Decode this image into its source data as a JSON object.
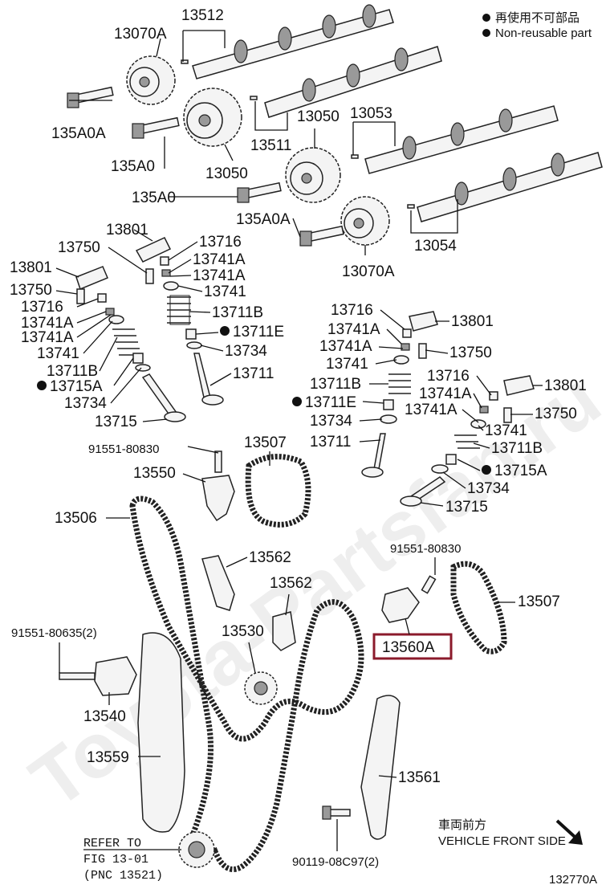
{
  "legend": {
    "jp_line": "再使用不可部品",
    "en_line": "Non-reusable part"
  },
  "watermark": "Toyota-Partsfan.ru",
  "labels": {
    "l13512": "13512",
    "l13070A_top": "13070A",
    "l135A0A_top": "135A0A",
    "l135A0_top": "135A0",
    "l13050_left": "13050",
    "l13511": "13511",
    "l13050_right": "13050",
    "l13053": "13053",
    "l135A0_mid": "135A0",
    "l135A0A_mid": "135A0A",
    "l13054": "13054",
    "l13070A_mid": "13070A",
    "l13801_a": "13801",
    "l13750_a": "13750",
    "l13801_b": "13801",
    "l13750_b": "13750",
    "l13716_a": "13716",
    "l13741A_a1": "13741A",
    "l13741A_a2": "13741A",
    "l13741_a": "13741",
    "l13711B_a": "13711B",
    "l13715A_a": "13715A",
    "l13734_a": "13734",
    "l13715_a": "13715",
    "l13716_b": "13716",
    "l13741A_b1": "13741A",
    "l13741A_b2": "13741A",
    "l13741_b": "13741",
    "l13711B_b": "13711B",
    "l13711E_b": "13711E",
    "l13734_b": "13734",
    "l13711_b": "13711",
    "l13716_c": "13716",
    "l13741A_c1": "13741A",
    "l13741A_c2": "13741A",
    "l13741_c": "13741",
    "l13711B_c": "13711B",
    "l13711E_c": "13711E",
    "l13734_c": "13734",
    "l13711_c": "13711",
    "l13801_c": "13801",
    "l13750_c": "13750",
    "l13716_d": "13716",
    "l13741A_d1": "13741A",
    "l13741A_d2": "13741A",
    "l13741_d": "13741",
    "l13711B_d": "13711B",
    "l13715A_d": "13715A",
    "l13734_d": "13734",
    "l13715_d": "13715",
    "l13801_d": "13801",
    "l13750_d": "13750",
    "l91551_80830_a": "91551-80830",
    "l13550": "13550",
    "l13507_a": "13507",
    "l13506": "13506",
    "l13562_a": "13562",
    "l13562_b": "13562",
    "l91551_80830_b": "91551-80830",
    "l13507_b": "13507",
    "l13560A": "13560A",
    "l91551_80635": "91551-80635(2)",
    "l13530": "13530",
    "l13540": "13540",
    "l13559": "13559",
    "l13561": "13561",
    "l90119": "90119-08C97(2)",
    "refer_1": "REFER TO",
    "refer_2": "FIG 13-01",
    "refer_3": "(PNC 13521)",
    "front_jp": "車両前方",
    "front_en": "VEHICLE FRONT SIDE",
    "fig_id": "132770A"
  },
  "highlight_color": "#8b1a2b"
}
